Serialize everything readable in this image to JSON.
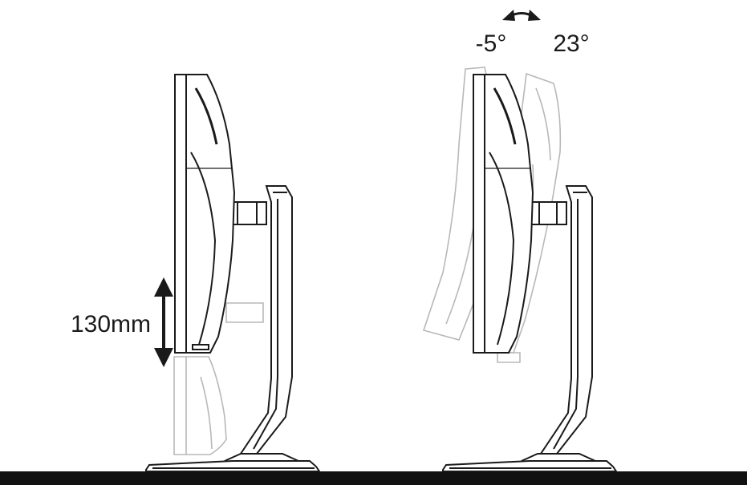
{
  "diagram": {
    "labels": {
      "height_adjustment": "130mm",
      "tilt_forward": "-5°",
      "tilt_back": "23°"
    },
    "icons": {
      "height_arrow": "double-vertical-arrow-icon",
      "tilt_arrow": "curved-double-arrow-icon"
    },
    "colors": {
      "line": "#1a1a1a",
      "ghost": "#b8b8b8",
      "floor": "#111111"
    }
  }
}
